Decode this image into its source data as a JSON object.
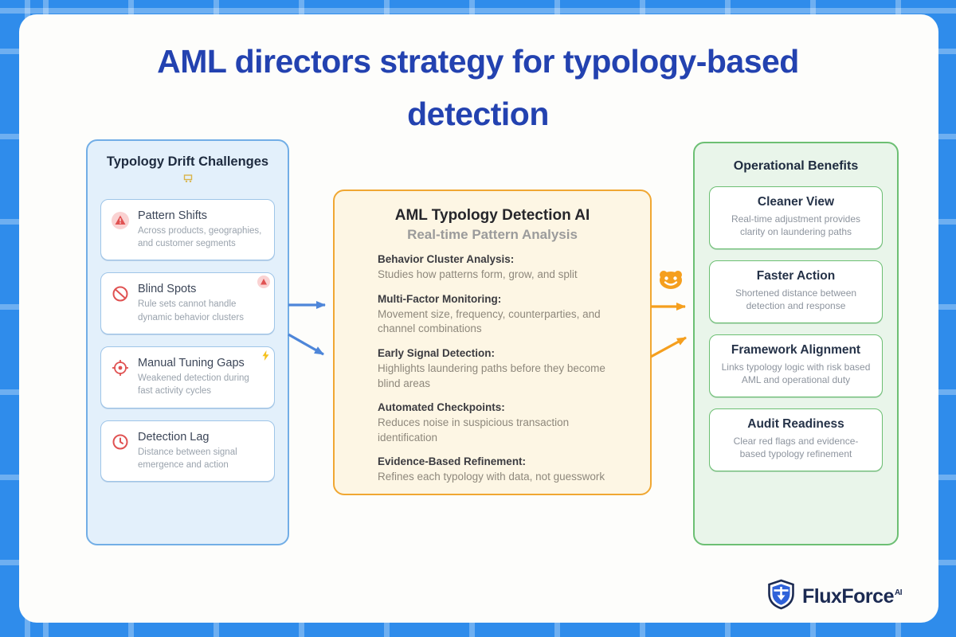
{
  "page": {
    "title": "AML directors strategy for typology-based detection"
  },
  "colors": {
    "background": "#2f8ceb",
    "grid_line": "#6fb5f2",
    "title_blue": "#2342b0",
    "left_panel_bg": "#e3f0fb",
    "left_panel_border": "#72aee6",
    "center_panel_bg": "#fdf6e4",
    "center_panel_border": "#f0a732",
    "right_panel_bg": "#e9f5ea",
    "right_panel_border": "#6cbf73",
    "arrow_blue": "#4e86d9",
    "arrow_orange": "#f59f1e",
    "alert_red": "#e05252",
    "logo_navy": "#1b2a52"
  },
  "left_panel": {
    "header": "Typology Drift Challenges",
    "decor_icon": "cart-icon",
    "cards": [
      {
        "icon": "warning-triangle-icon",
        "title": "Pattern Shifts",
        "desc": "Across products, geographies, and customer segments"
      },
      {
        "icon": "no-entry-icon",
        "badge_icon": "warning-triangle-icon",
        "title": "Blind Spots",
        "desc": "Rule sets cannot handle dynamic behavior clusters"
      },
      {
        "icon": "crosshair-icon",
        "badge_icon": "lightning-icon",
        "title": "Manual Tuning Gaps",
        "desc": "Weakened detection during fast activity cycles"
      },
      {
        "icon": "clock-icon",
        "title": "Detection Lag",
        "desc": "Distance between signal emergence and action"
      }
    ]
  },
  "center_panel": {
    "title": "AML Typology Detection AI",
    "subtitle": "Real-time Pattern Analysis",
    "features": [
      {
        "label": "Behavior Cluster Analysis:",
        "text": "Studies how patterns form, grow, and split"
      },
      {
        "label": "Multi-Factor Monitoring:",
        "text": "Movement size, frequency, counterparties, and channel combinations"
      },
      {
        "label": "Early Signal Detection:",
        "text": "Highlights laundering paths before they become blind areas"
      },
      {
        "label": "Automated Checkpoints:",
        "text": "Reduces noise in suspicious transaction identification"
      },
      {
        "label": "Evidence-Based Refinement:",
        "text": "Refines each typology with data, not guesswork"
      }
    ]
  },
  "right_panel": {
    "header": "Operational Benefits",
    "cards": [
      {
        "title": "Cleaner View",
        "desc": "Real-time adjustment provides clarity on laundering paths"
      },
      {
        "title": "Faster Action",
        "desc": "Shortened distance between detection and response"
      },
      {
        "title": "Framework Alignment",
        "desc": "Links typology logic with risk based AML and operational duty"
      },
      {
        "title": "Audit Readiness",
        "desc": "Clear red flags and evidence-based typology refinement"
      }
    ]
  },
  "connectors": {
    "left_to_center": "blue-arrows",
    "center_to_right": "orange-arrows",
    "mascot": "smiley-face-icon"
  },
  "logo": {
    "name": "FluxForce",
    "suffix": "AI"
  }
}
